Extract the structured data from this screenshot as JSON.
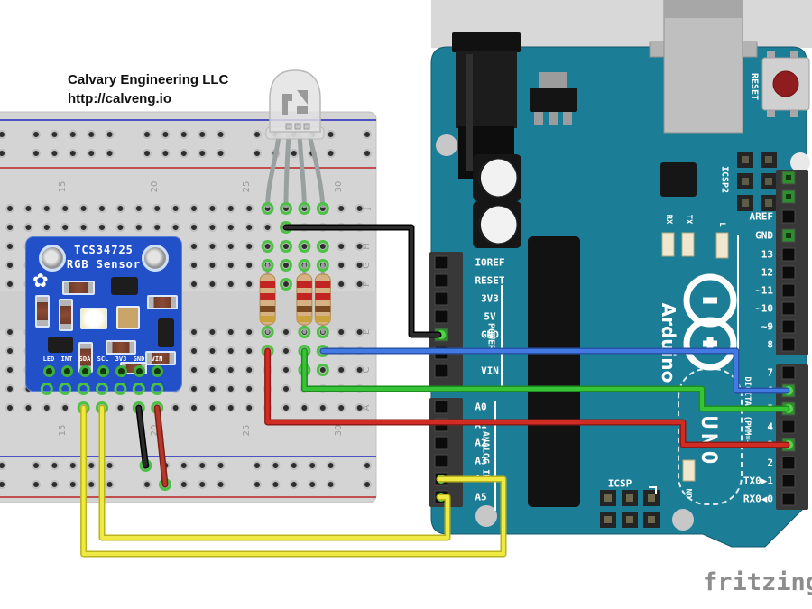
{
  "attribution": {
    "line1": "Calvary Engineering LLC",
    "line2": "http://calveng.io"
  },
  "logo": {
    "text": "fritzing",
    "color": "#8d8d8d"
  },
  "breadboard": {
    "column_labels": [
      "15",
      "20",
      "25",
      "30"
    ],
    "row_letters_top": [
      "J",
      "I",
      "H",
      "G",
      "F"
    ],
    "row_letters_bottom": [
      "E",
      "D",
      "C",
      "B",
      "A"
    ]
  },
  "sensor": {
    "title_line1": "TCS34725",
    "title_line2": "RGB Sensor",
    "vendor_icon": "adafruit-flower-icon",
    "pins": [
      "LED",
      "INT",
      "SDA",
      "SCL",
      "3V3",
      "GND",
      "VIN"
    ],
    "pcb_color": "#2150c8"
  },
  "arduino": {
    "board_color": "#1b7e96",
    "power_pins": [
      "IOREF",
      "RESET",
      "3V3",
      "5V",
      "GND",
      "VIN"
    ],
    "analog_pins": [
      "A0",
      "A1",
      "A2",
      "A3",
      "A4",
      "A5"
    ],
    "digital_upper": [
      "AREF",
      "GND",
      "13",
      "12",
      "~11",
      "~10",
      "~9",
      "8"
    ],
    "digital_lower": [
      "7",
      "~6",
      "~5",
      "4",
      "~3",
      "2",
      "TX0▶1",
      "RX0◀0"
    ],
    "labels": {
      "power_group": "POWER",
      "analog_group": "ANALOG IN",
      "digital_group": "DIGITAL (PWM=~)",
      "icsp": "ICSP",
      "icsp2": "ICSP2",
      "reset": "RESET",
      "on": "ON",
      "tx": "TX",
      "rx": "RX",
      "l": "L",
      "brand": "Arduino",
      "model": "UNO"
    }
  },
  "wires": [
    {
      "id": "led-common-to-gnd",
      "color": "black",
      "hex": "#2b2b2b",
      "outline": "#000000",
      "from": "RGB LED common cathode (breadboard)",
      "to": "Arduino GND"
    },
    {
      "id": "blue-to-d6",
      "color": "blue",
      "hex": "#4379e2",
      "outline": "#2a52a8",
      "from": "LED blue leg via resistor",
      "to": "Arduino pin 6"
    },
    {
      "id": "green-to-d5",
      "color": "green",
      "hex": "#36c336",
      "outline": "#1e8c1e",
      "from": "LED green leg via resistor",
      "to": "Arduino pin 5"
    },
    {
      "id": "red-to-d3",
      "color": "red",
      "hex": "#d02c24",
      "outline": "#8e1b16",
      "from": "LED red leg via resistor",
      "to": "Arduino pin 3"
    },
    {
      "id": "sda-to-a4",
      "color": "yellow",
      "hex": "#efe944",
      "outline": "#b9b31d",
      "from": "Sensor SDA",
      "to": "Arduino A4"
    },
    {
      "id": "scl-to-a5",
      "color": "yellow",
      "hex": "#efe944",
      "outline": "#b9b31d",
      "from": "Sensor SCL",
      "to": "Arduino A5"
    },
    {
      "id": "gnd-jumper",
      "color": "black",
      "hex": "#2b2b2b",
      "outline": "#000000",
      "from": "Sensor GND column",
      "to": "breadboard − rail"
    },
    {
      "id": "vin-jumper",
      "color": "red",
      "hex": "#b5382b",
      "outline": "#7c1f16",
      "from": "Sensor VIN column",
      "to": "breadboard + rail"
    }
  ]
}
